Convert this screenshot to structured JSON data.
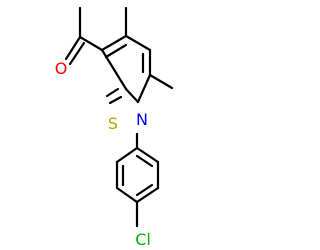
{
  "diagram": {
    "type": "chemical-structure",
    "atom_labels": {
      "oxygen": "O",
      "sulfur": "S",
      "nitrogen": "N",
      "chlorine": "Cl"
    },
    "colors": {
      "bond": "#000000",
      "oxygen": "#ff0000",
      "sulfur": "#b3a400",
      "nitrogen": "#0000ff",
      "chlorine": "#00b300"
    }
  }
}
